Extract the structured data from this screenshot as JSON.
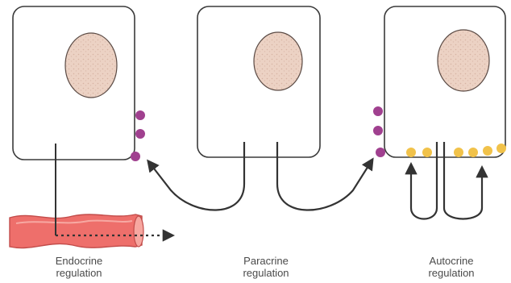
{
  "panels": [
    {
      "id": "endocrine",
      "caption_line1": "Endocrine",
      "caption_line2": "regulation"
    },
    {
      "id": "paracrine",
      "caption_line1": "Paracrine",
      "caption_line2": "regulation"
    },
    {
      "id": "autocrine",
      "caption_line1": "Autocrine",
      "caption_line2": "regulation"
    }
  ],
  "colors": {
    "cell_outline": "#3a3a3a",
    "cell_fill": "#ffffff",
    "nucleus_fill": "#ecd2c4",
    "nucleus_outline": "#5a4a44",
    "receptor_purple": "#a0408f",
    "receptor_yellow": "#f1c24a",
    "vessel_fill": "#ee6f6b",
    "vessel_outline": "#c24c4a",
    "arrow": "#333333"
  }
}
